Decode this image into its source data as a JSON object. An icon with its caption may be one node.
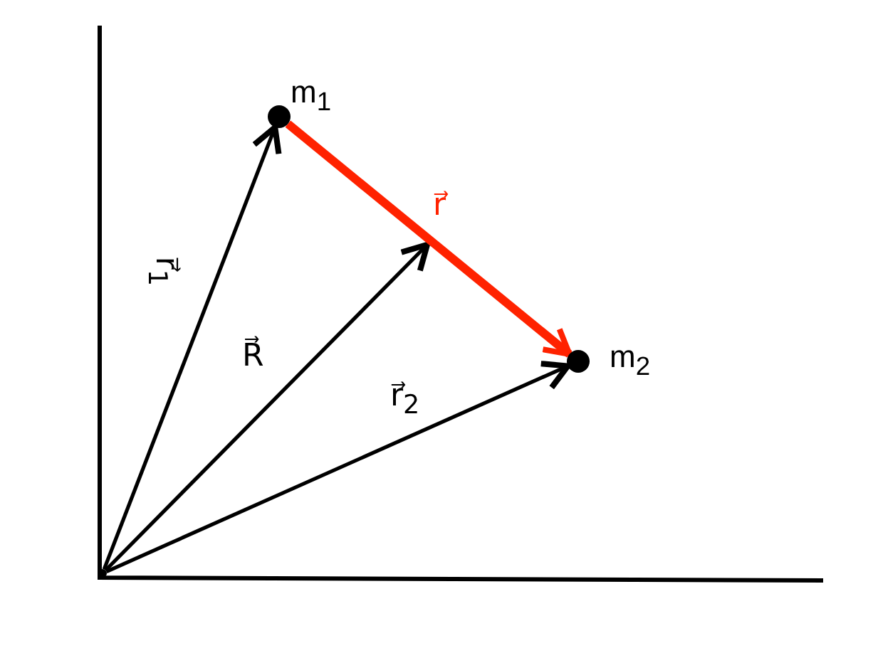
{
  "diagram": {
    "nodes": [
      {
        "text": [
          "m$_{1}$"
        ]
      },
      {
        "text": [
          "m$_{2}$"
        ]
      },
      {
        "text": [],
        "shape": "circle"
      }
    ],
    "edges": [
      {
        "from": 2,
        "to": 0,
        "arrow": "to",
        "label": "r⃗$_{1}$"
      },
      {
        "from": 2,
        "to": null,
        "arrow": "to",
        "label": "R⃗"
      },
      {
        "from": 2,
        "to": 1,
        "arrow": "to",
        "label": "r⃗$_{2}$"
      },
      {
        "from": 0,
        "to": 1,
        "arrow": "to",
        "label": "r⃗",
        "style": "thick",
        "color": "#ff2200"
      }
    ]
  }
}
